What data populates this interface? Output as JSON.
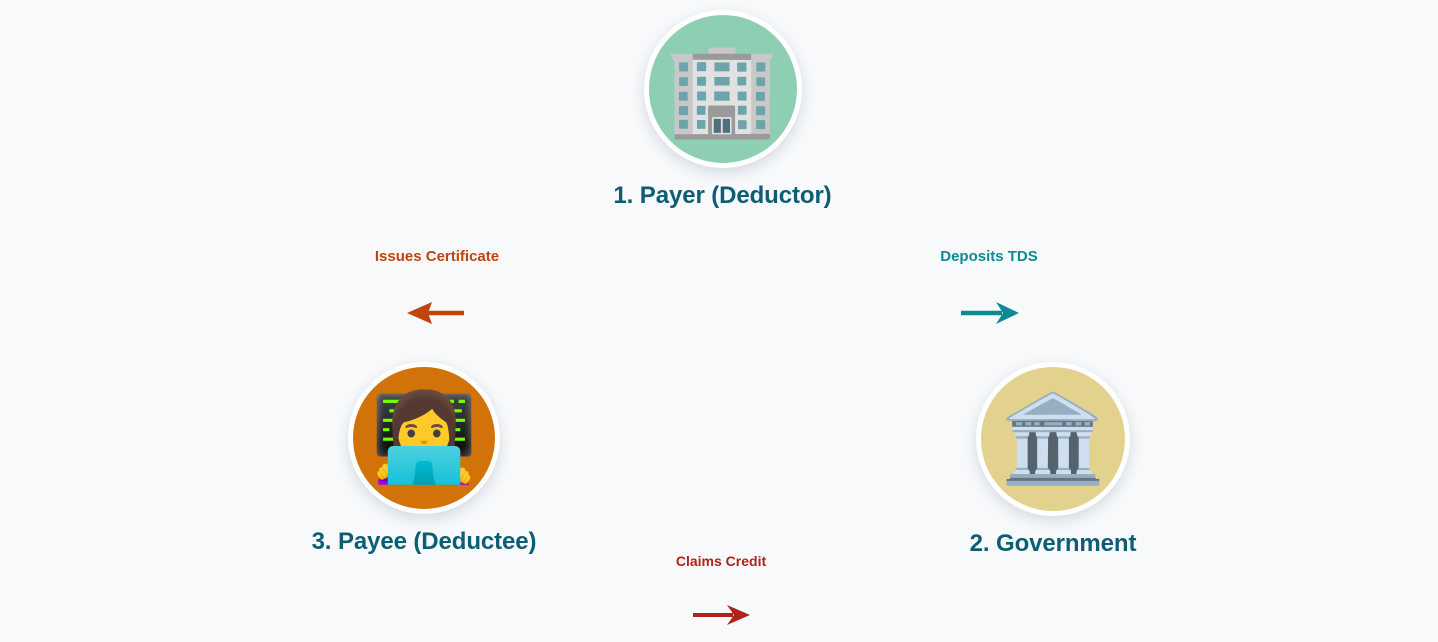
{
  "diagram": {
    "background_color": "#f7f9fb",
    "heading_color": "#0d5e75",
    "nodes": [
      {
        "id": "payer",
        "caption": "1. Payer (Deductor)",
        "icon": "office-building-icon",
        "emoji": "🏢",
        "circle_color": "#8ecfb4"
      },
      {
        "id": "payee",
        "caption": "3. Payee (Deductee)",
        "icon": "woman-technologist-icon",
        "emoji": "👩‍💻",
        "circle_color": "#d2730a"
      },
      {
        "id": "government",
        "caption": "2. Government",
        "icon": "classical-building-icon",
        "emoji": "🏛️",
        "circle_color": "#e3d28e"
      }
    ],
    "edges": [
      {
        "id": "issues-certificate",
        "label": "Issues Certificate",
        "color": "#c1440e",
        "direction": "left",
        "from": "payer",
        "to": "payee"
      },
      {
        "id": "deposits-tds",
        "label": "Deposits TDS",
        "color": "#0d8a96",
        "direction": "right",
        "from": "payer",
        "to": "government"
      },
      {
        "id": "claims-credit",
        "label": "Claims Credit",
        "color": "#b02318",
        "direction": "right",
        "from": "payee",
        "to": "government"
      }
    ]
  }
}
